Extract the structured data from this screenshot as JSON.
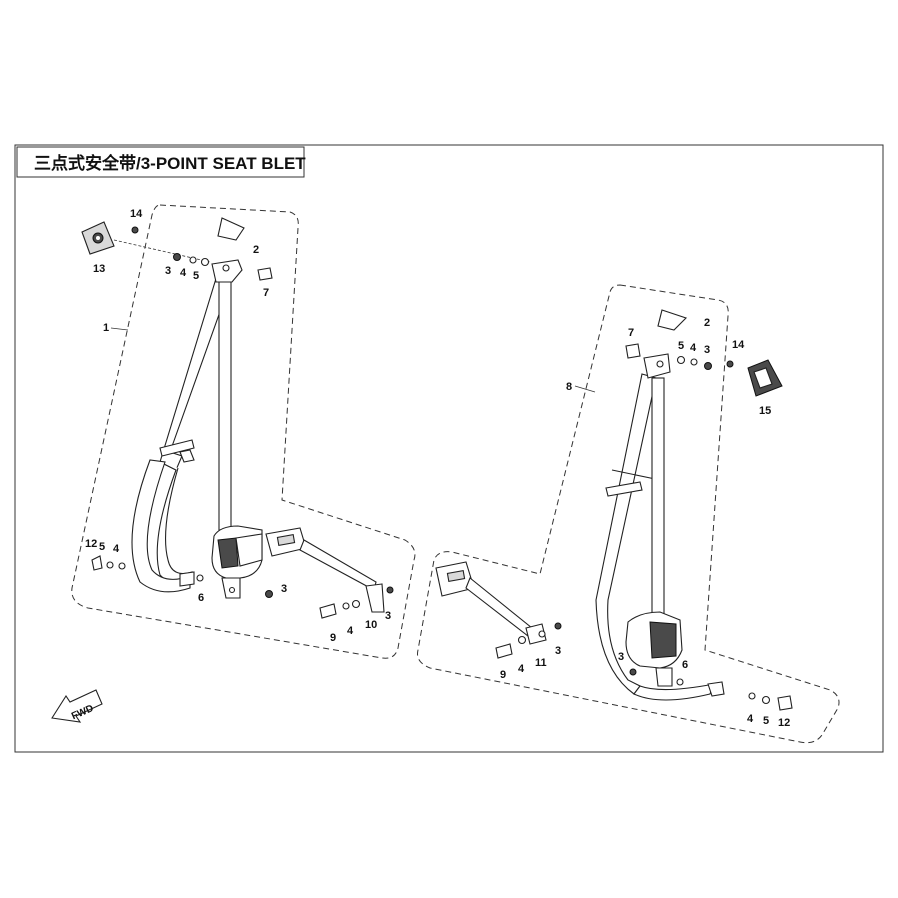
{
  "diagram": {
    "title": "三点式安全带/3-POINT SEAT BLET",
    "direction_label": "FWD",
    "left_assembly": {
      "group_label": "1",
      "callouts": {
        "guide_cover": "2",
        "nut": "3",
        "washer_a": "4",
        "washer_b": "5",
        "spacer": "6",
        "bolt": "7",
        "buckle_bolt": "9",
        "buckle": "10",
        "anchor_bolt": "12",
        "bracket": "13",
        "clip": "14",
        "buckle_nut": "3",
        "buckle_washer": "4",
        "buckle_nut_2": "3",
        "anchor_washer_5": "5",
        "anchor_washer_4": "4"
      }
    },
    "right_assembly": {
      "group_label": "8",
      "callouts": {
        "guide_cover": "2",
        "nut": "3",
        "washer_a": "4",
        "washer_b": "5",
        "spacer": "6",
        "bolt": "7",
        "buckle_bolt": "9",
        "buckle": "11",
        "anchor_bolt": "12",
        "clip": "14",
        "bracket": "15",
        "buckle_nut": "3",
        "buckle_washer": "4",
        "retractor_nut": "3",
        "anchor_washer_4": "4",
        "anchor_washer_5": "5"
      }
    }
  }
}
